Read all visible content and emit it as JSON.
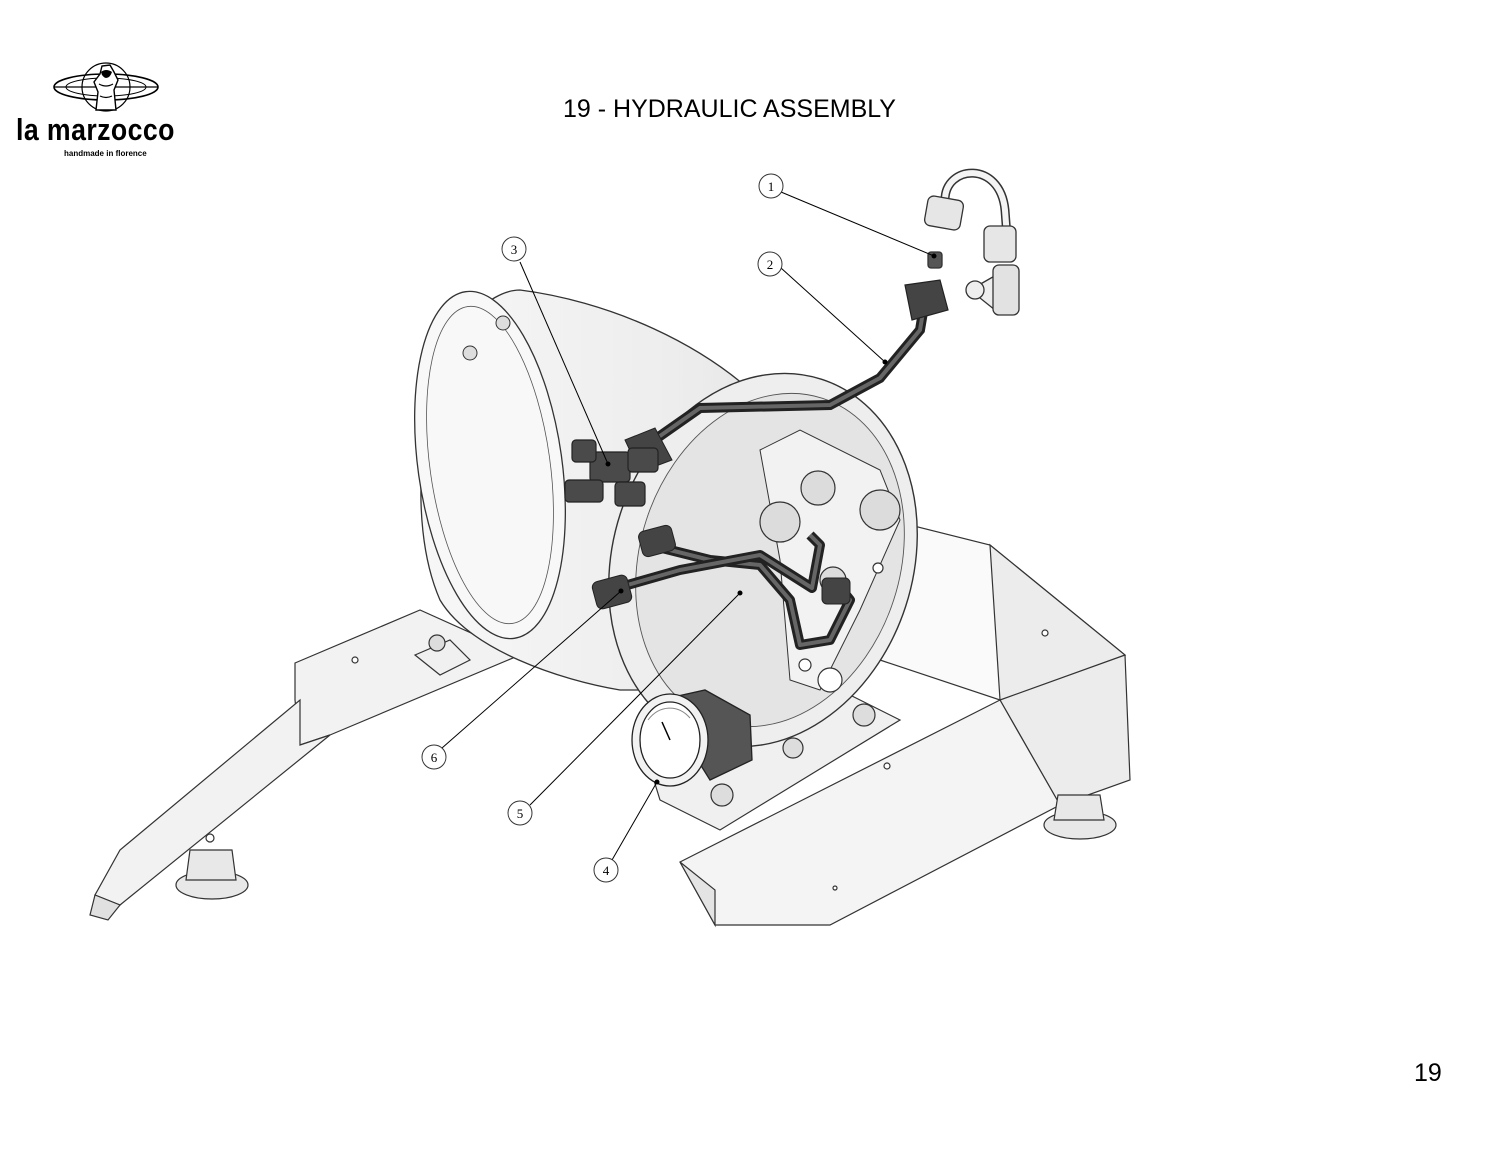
{
  "header": {
    "brand_name": "la marzocco",
    "brand_tagline": "handmade in florence",
    "title": "19 - HYDRAULIC ASSEMBLY"
  },
  "footer": {
    "page_number": "19"
  },
  "diagram": {
    "callouts": [
      "1",
      "2",
      "3",
      "4",
      "5",
      "6"
    ],
    "icons": {
      "logo": "lion-globe-logo",
      "gauge": "pressure-gauge-icon"
    }
  }
}
